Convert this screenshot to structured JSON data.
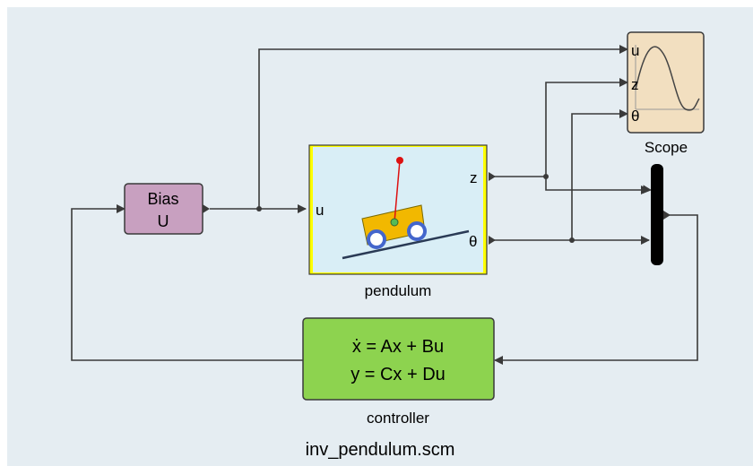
{
  "diagram": {
    "filename": "inv_pendulum.scm",
    "colors": {
      "background": "#e5edf2",
      "wire": "#3a3a3a",
      "bias_fill": "#c8a0c0",
      "pendulum_fill": "#d9eef6",
      "pendulum_border": "#ffff00",
      "scope_fill": "#f2dfc0",
      "controller_fill": "#8dd34f",
      "mux_fill": "#000000"
    },
    "blocks": {
      "bias": {
        "line1": "Bias",
        "line2": "U"
      },
      "pendulum": {
        "label": "pendulum",
        "input_port": "u",
        "output_z": "z",
        "output_theta": "θ"
      },
      "scope": {
        "label": "Scope",
        "port_u": "u",
        "port_z": "z",
        "port_theta": "θ"
      },
      "controller": {
        "label": "controller",
        "eq1": "ẋ = Ax + Bu",
        "eq2": "y = Cx + Du"
      },
      "mux": {}
    }
  }
}
